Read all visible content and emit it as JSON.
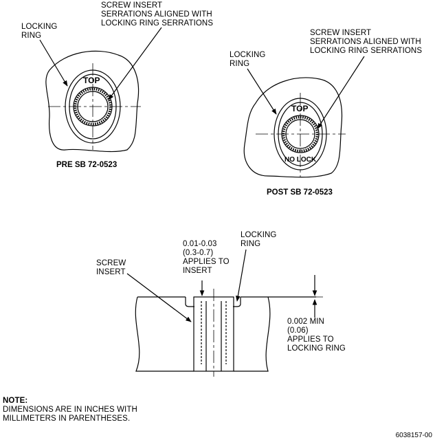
{
  "pre": {
    "callout_locking_ring": [
      "LOCKING",
      "RING"
    ],
    "callout_serrations": [
      "SCREW INSERT",
      "SERRATIONS ALIGNED WITH",
      "LOCKING RING SERRATIONS"
    ],
    "top_label": "TOP",
    "caption": "PRE SB 72-0523"
  },
  "post": {
    "callout_locking_ring": [
      "LOCKING",
      "RING"
    ],
    "callout_serrations": [
      "SCREW INSERT",
      "SERRATIONS ALIGNED WITH",
      "LOCKING RING SERRATIONS"
    ],
    "top_label": "TOP",
    "no_lock_label": "NO LOCK",
    "caption": "POST SB 72-0523"
  },
  "section": {
    "screw_insert": [
      "SCREW",
      "INSERT"
    ],
    "locking_ring": [
      "LOCKING",
      "RING"
    ],
    "insert_dimension": [
      "0.01-0.03",
      "(0.3-0.7)",
      "APPLIES TO",
      "INSERT"
    ],
    "ring_dimension": [
      "0.002 MIN",
      "(0.06)",
      "APPLIES TO",
      "LOCKING RING"
    ]
  },
  "note": {
    "title": "NOTE:",
    "lines": [
      "DIMENSIONS ARE IN INCHES WITH",
      "MILLIMETERS IN PARENTHESES."
    ]
  },
  "figure_id": "6038157-00"
}
